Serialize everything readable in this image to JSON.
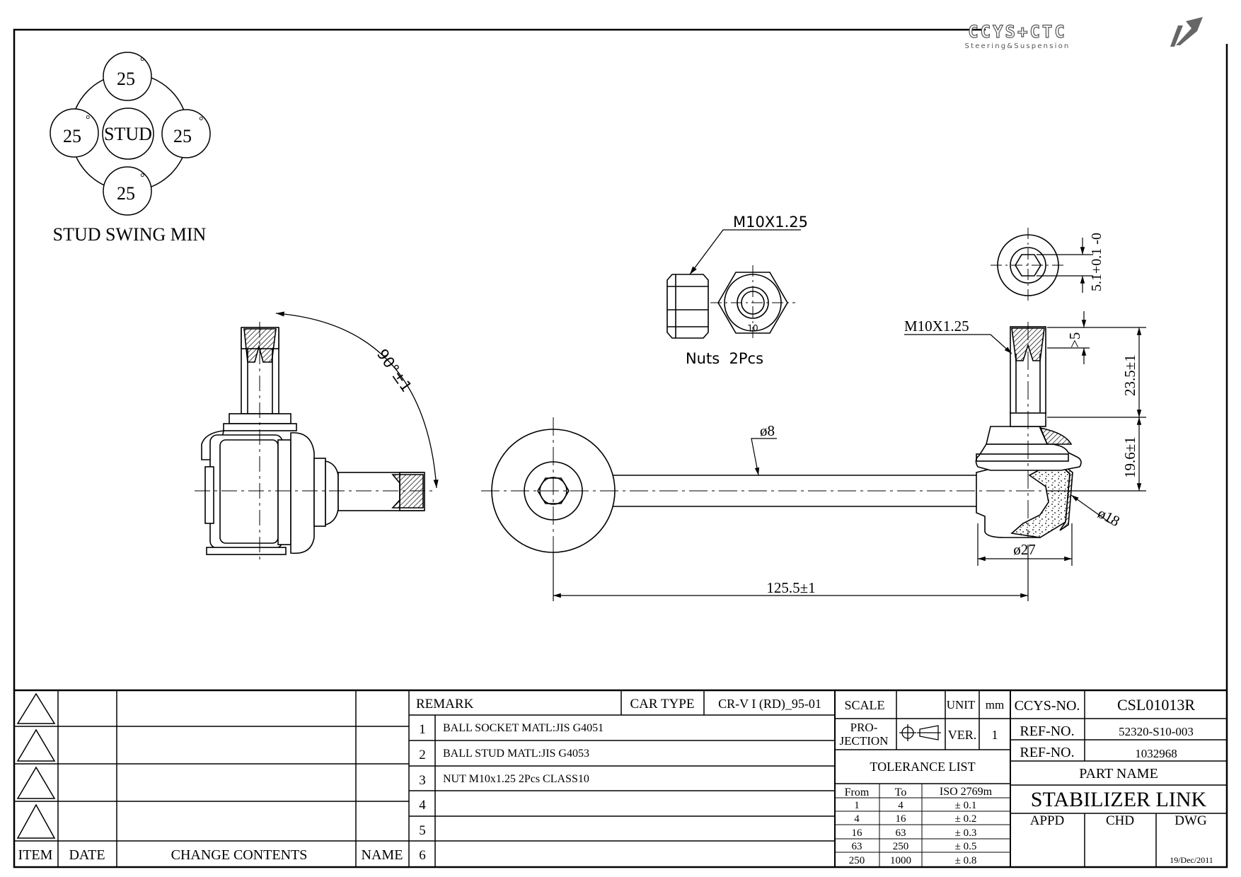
{
  "logo": {
    "brand": "CCYS+CTC",
    "tagline": "Steering&Suspension"
  },
  "stud_swing": {
    "center": "STUD",
    "angles": [
      "25",
      "25",
      "25",
      "25"
    ],
    "degree_mark": "°",
    "caption": "STUD SWING MIN"
  },
  "nut": {
    "thread": "M10X1.25",
    "class_mark": "10",
    "caption": "Nuts  2Pcs"
  },
  "dims": {
    "angle": "90°±1",
    "rod_dia": "ø8",
    "thread_right": "M10X1.25",
    "hex_depth": "5.1+0.1 -0",
    "thread_min": ">5",
    "stud_len": "23.5±1",
    "body_height": "19.6±1",
    "ball_dia": "ø18",
    "housing_dia": "ø27",
    "length": "125.5±1"
  },
  "revision_table": {
    "headers": {
      "item": "ITEM",
      "date": "DATE",
      "contents": "CHANGE CONTENTS",
      "name": "NAME"
    }
  },
  "remark": {
    "header": "REMARK",
    "car_type_label": "CAR TYPE",
    "car_type": "CR-V I (RD)_95-01",
    "items": [
      {
        "no": "1",
        "text": "BALL SOCKET MATL:JIS G4051"
      },
      {
        "no": "2",
        "text": "BALL STUD MATL:JIS G4053"
      },
      {
        "no": "3",
        "text": "NUT M10x1.25 2Pcs CLASS10"
      },
      {
        "no": "4",
        "text": ""
      },
      {
        "no": "5",
        "text": ""
      },
      {
        "no": "6",
        "text": ""
      }
    ]
  },
  "spec": {
    "scale_label": "SCALE",
    "scale_value": "",
    "unit_label": "UNIT",
    "unit_value": "mm",
    "projection_label_1": "PRO-",
    "projection_label_2": "JECTION",
    "version_label": "VER.",
    "version_value": "1",
    "tolerance_title": "TOLERANCE LIST",
    "tolerance_headers": [
      "From",
      "To",
      "ISO 2769m"
    ],
    "tolerance_rows": [
      [
        "1",
        "4",
        "± 0.1"
      ],
      [
        "4",
        "16",
        "± 0.2"
      ],
      [
        "16",
        "63",
        "± 0.3"
      ],
      [
        "63",
        "250",
        "± 0.5"
      ],
      [
        "250",
        "1000",
        "± 0.8"
      ]
    ]
  },
  "title_block": {
    "ccys_no_label": "CCYS-NO.",
    "ccys_no": "CSL01013R",
    "ref_no_label_1": "REF-NO.",
    "ref_no_1": "52320-S10-003",
    "ref_no_label_2": "REF-NO.",
    "ref_no_2": "1032968",
    "part_name_label": "PART NAME",
    "part_name": "STABILIZER LINK",
    "appd": "APPD",
    "chd": "CHD",
    "dwg": "DWG",
    "date": "19/Dec/2011"
  }
}
